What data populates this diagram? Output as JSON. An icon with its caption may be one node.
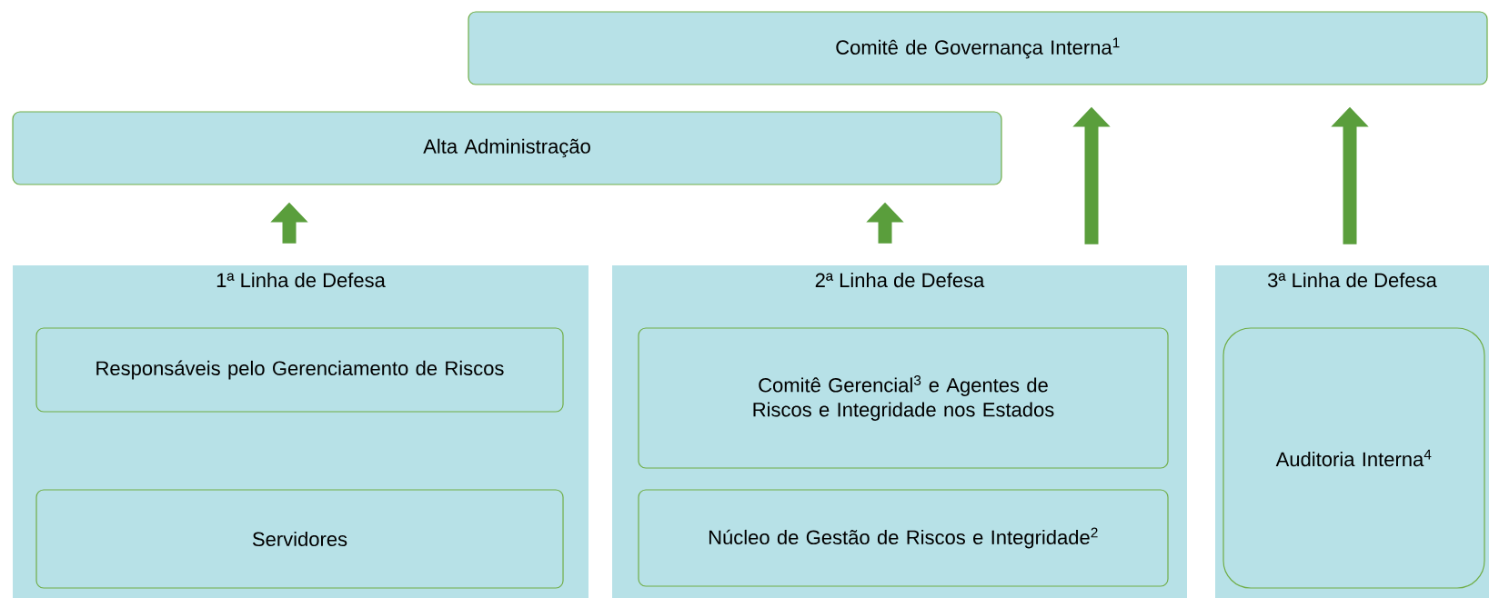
{
  "diagram": {
    "nodes": [
      {
        "text": [
          "Comitê de Governança Interna$^{1}$"
        ]
      },
      {
        "text": [
          "Alta Administração"
        ]
      },
      {
        "text": [
          "1ª Linha de Defesa"
        ]
      },
      {
        "text": [
          "Responsáveis pelo Gerenciamento de Riscos"
        ],
        "in": 2
      },
      {
        "text": [
          "Servidores"
        ],
        "in": 2
      },
      {
        "text": [
          "2ª Linha de Defesa"
        ]
      },
      {
        "text": [
          "Comitê Gerencial$^{3}$ e Agentes de Riscos e Integridade nos Estados"
        ],
        "in": 5
      },
      {
        "text": [
          "Núcleo de Gestão de Riscos e Integridade$^{2}$"
        ],
        "in": 5
      },
      {
        "text": [
          "3ª Linha de Defesa"
        ]
      },
      {
        "text": [
          "Auditoria Interna$^{4}$"
        ],
        "in": 8
      }
    ],
    "edges": [
      {
        "from": 2,
        "to": 1,
        "arrow": "to"
      },
      {
        "from": 5,
        "to": 1,
        "arrow": "to"
      },
      {
        "from": 5,
        "to": 0,
        "arrow": "to"
      },
      {
        "from": 8,
        "to": 0,
        "arrow": "to"
      }
    ]
  }
}
